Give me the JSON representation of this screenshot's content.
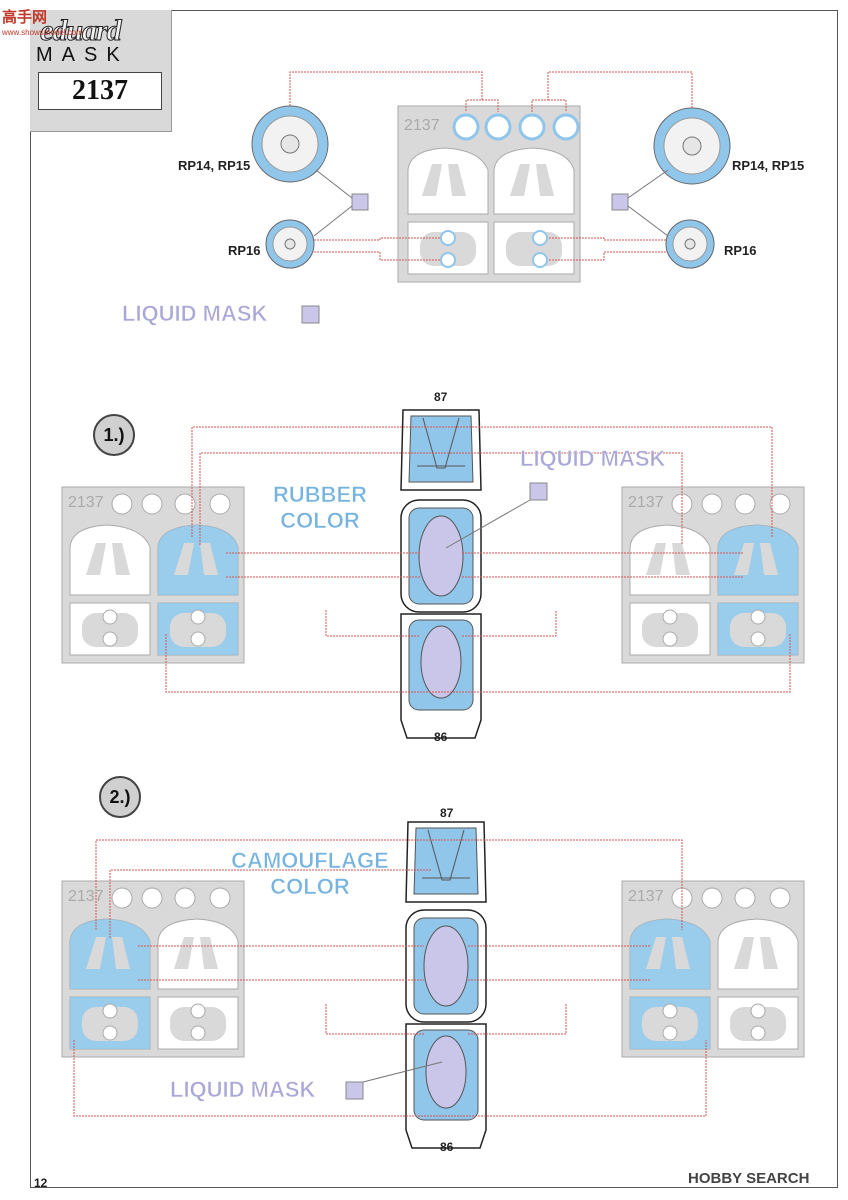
{
  "watermark": {
    "text": "高手网",
    "sub": "www.showsmodel.com"
  },
  "header": {
    "brand": "eduard",
    "product_line": "MASK",
    "code": "2137"
  },
  "top": {
    "sheet_code": "2137",
    "wheel_large_left": "RP14, RP15",
    "wheel_large_right": "RP14, RP15",
    "wheel_small_left": "RP16",
    "wheel_small_right": "RP16",
    "liquid_mask": "LIQUID MASK"
  },
  "step1": {
    "badge": "1.)",
    "canopy_top": "87",
    "canopy_bottom": "86",
    "rubber_color": "RUBBER\nCOLOR",
    "liquid_mask": "LIQUID MASK",
    "sheet_code_left": "2137",
    "sheet_code_right": "2137"
  },
  "step2": {
    "badge": "2.)",
    "canopy_top": "87",
    "canopy_bottom": "86",
    "camouflage_color": "CAMOUFLAGE\nCOLOR",
    "liquid_mask": "LIQUID MASK",
    "sheet_code_left": "2137",
    "sheet_code_right": "2137"
  },
  "footer": {
    "page_number": "12",
    "source": "HOBBY SEARCH"
  },
  "colors": {
    "sheet": "#d9d9d9",
    "mask_blue": "#8fc6ea",
    "liquid_lilac": "#c9c6ea",
    "guide_red": "#d9534f"
  }
}
